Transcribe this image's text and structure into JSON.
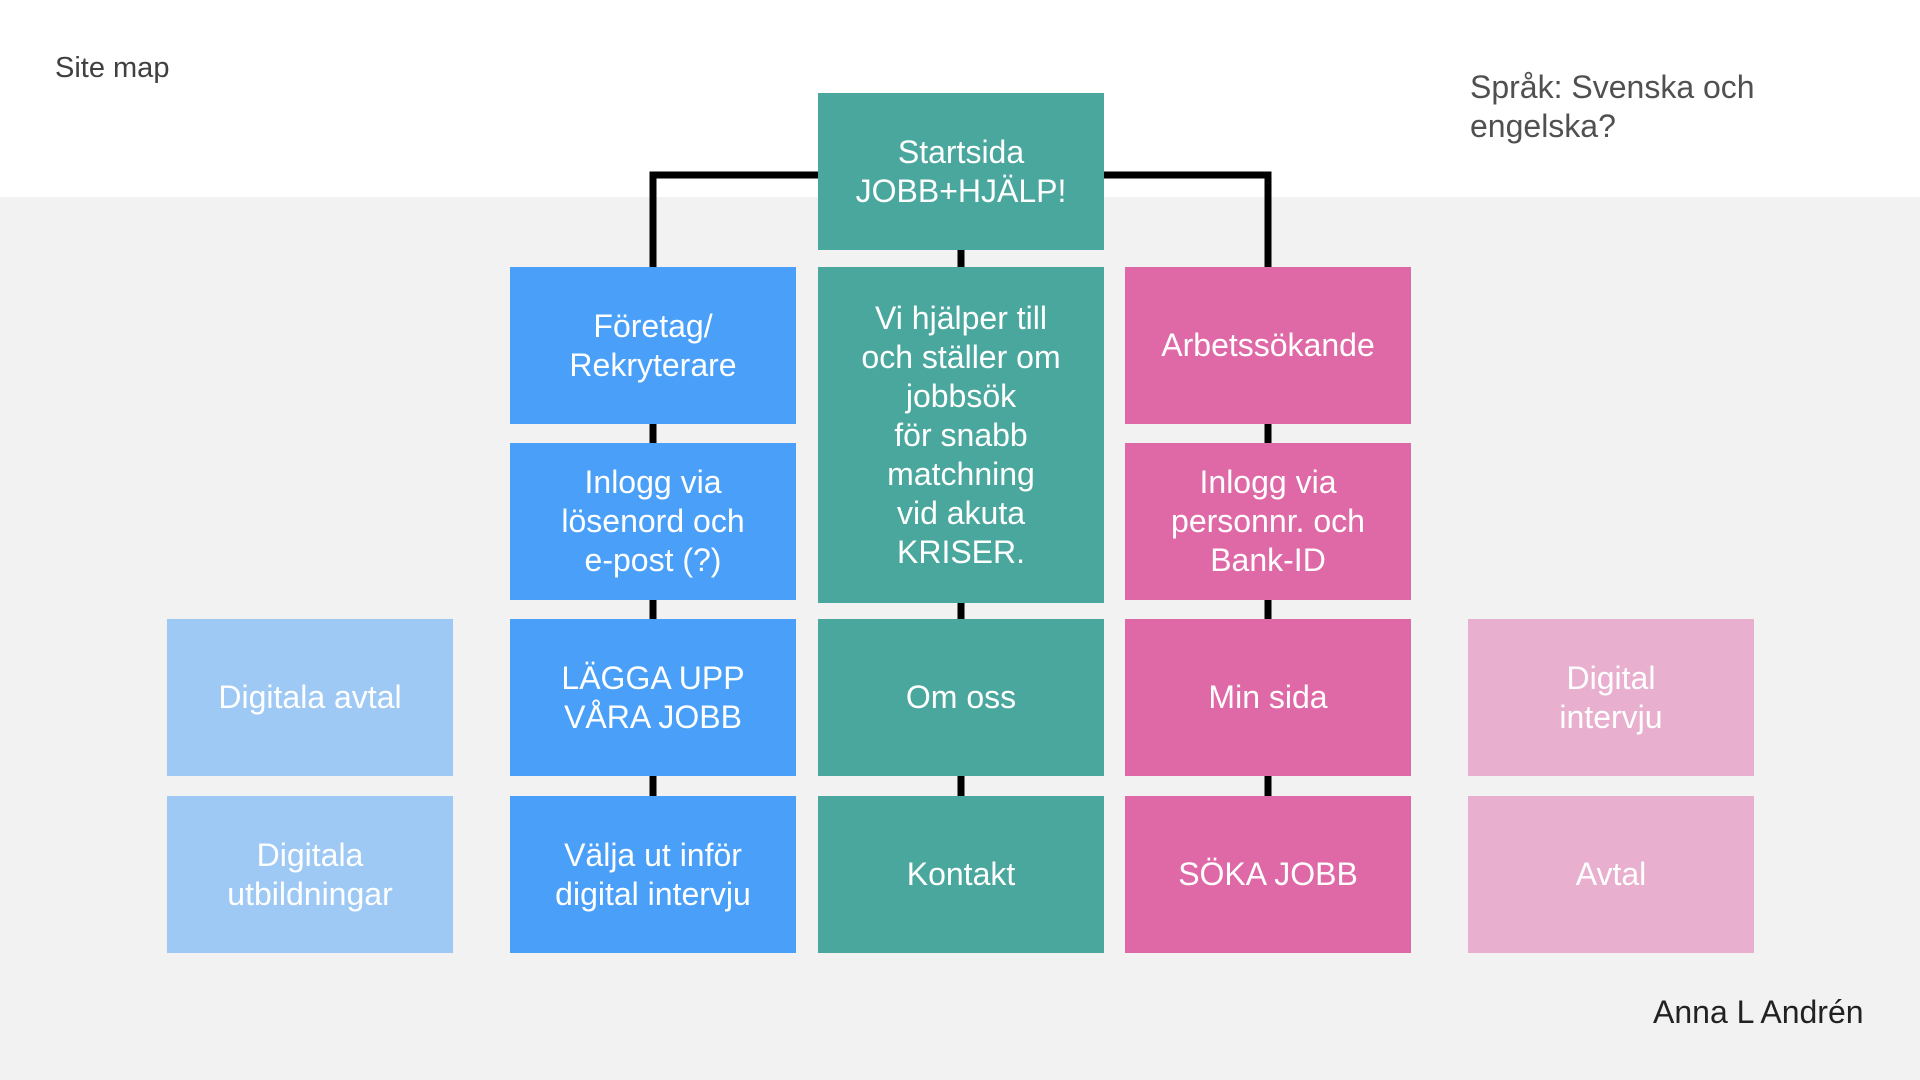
{
  "labels": {
    "site_map": "Site map",
    "language_note": "Språk: Svenska och\nengelska?",
    "author": "Anna L Andrén"
  },
  "colors": {
    "background_top": "#ffffff",
    "background_bottom": "#f2f2f2",
    "connector": "#000000",
    "teal": "#4aa79d",
    "blue": "#4aa0f8",
    "light_blue": "#9ec9f5",
    "pink": "#df69a6",
    "light_pink": "#e9afcf",
    "box_text": "#ffffff"
  },
  "nodes": [
    {
      "id": "startsida",
      "text": "Startsida\nJOBB+HJÄLP!",
      "color": "teal"
    },
    {
      "id": "foretag",
      "text": "Företag/\nRekryterare",
      "color": "blue"
    },
    {
      "id": "inlogg-foretag",
      "text": "Inlogg via\nlösenord och\ne-post (?)",
      "color": "blue"
    },
    {
      "id": "lagga-upp",
      "text": "LÄGGA UPP\nVÅRA JOBB",
      "color": "blue"
    },
    {
      "id": "valja-ut",
      "text": "Välja ut inför\ndigital intervju",
      "color": "blue"
    },
    {
      "id": "vi-hjalper",
      "text": "Vi hjälper till\noch ställer om\njobbsök\nför snabb\nmatchning\nvid akuta\nKRISER.",
      "color": "teal"
    },
    {
      "id": "om-oss",
      "text": "Om oss",
      "color": "teal"
    },
    {
      "id": "kontakt",
      "text": "Kontakt",
      "color": "teal"
    },
    {
      "id": "arbetssokande",
      "text": "Arbetssökande",
      "color": "pink"
    },
    {
      "id": "inlogg-arbetssokande",
      "text": "Inlogg via\npersonnr. och\nBank-ID",
      "color": "pink"
    },
    {
      "id": "min-sida",
      "text": "Min sida",
      "color": "pink"
    },
    {
      "id": "soka-jobb",
      "text": "SÖKA JOBB",
      "color": "pink"
    },
    {
      "id": "digitala-avtal",
      "text": "Digitala avtal",
      "color": "light_blue"
    },
    {
      "id": "digitala-utbildningar",
      "text": "Digitala\nutbildningar",
      "color": "light_blue"
    },
    {
      "id": "digital-intervju",
      "text": "Digital\nintervju",
      "color": "light_pink"
    },
    {
      "id": "avtal",
      "text": "Avtal",
      "color": "light_pink"
    }
  ],
  "edges": [
    [
      "startsida",
      "foretag"
    ],
    [
      "startsida",
      "vi-hjalper"
    ],
    [
      "startsida",
      "arbetssokande"
    ],
    [
      "foretag",
      "inlogg-foretag"
    ],
    [
      "inlogg-foretag",
      "lagga-upp"
    ],
    [
      "lagga-upp",
      "valja-ut"
    ],
    [
      "vi-hjalper",
      "om-oss"
    ],
    [
      "om-oss",
      "kontakt"
    ],
    [
      "arbetssokande",
      "inlogg-arbetssokande"
    ],
    [
      "inlogg-arbetssokande",
      "min-sida"
    ],
    [
      "min-sida",
      "soka-jobb"
    ]
  ]
}
